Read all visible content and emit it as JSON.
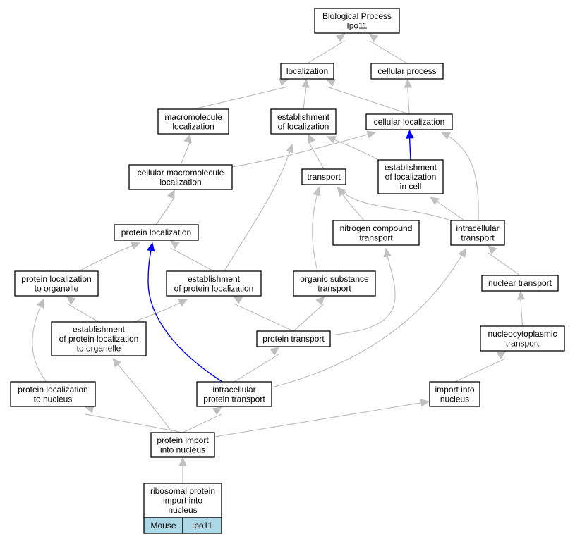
{
  "nodes": {
    "bp_root": {
      "lines": [
        "Biological Process",
        "Ipo11"
      ]
    },
    "localization": {
      "lines": [
        "localization"
      ]
    },
    "cellular_process": {
      "lines": [
        "cellular process"
      ]
    },
    "macromolecule_localization": {
      "lines": [
        "macromolecule",
        "localization"
      ]
    },
    "establishment_of_localization": {
      "lines": [
        "establishment",
        "of localization"
      ]
    },
    "cellular_localization": {
      "lines": [
        "cellular localization"
      ]
    },
    "cellular_macromolecule_localization": {
      "lines": [
        "cellular macromolecule",
        "localization"
      ]
    },
    "transport": {
      "lines": [
        "transport"
      ]
    },
    "establishment_of_localization_in_cell": {
      "lines": [
        "establishment",
        "of localization",
        "in cell"
      ]
    },
    "protein_localization": {
      "lines": [
        "protein localization"
      ]
    },
    "nitrogen_compound_transport": {
      "lines": [
        "nitrogen compound",
        "transport"
      ]
    },
    "intracellular_transport": {
      "lines": [
        "intracellular",
        "transport"
      ]
    },
    "protein_localization_to_organelle": {
      "lines": [
        "protein localization",
        "to organelle"
      ]
    },
    "establishment_of_protein_localization": {
      "lines": [
        "establishment",
        "of protein localization"
      ]
    },
    "organic_substance_transport": {
      "lines": [
        "organic substance",
        "transport"
      ]
    },
    "nuclear_transport": {
      "lines": [
        "nuclear transport"
      ]
    },
    "establishment_of_protein_localization_to_organelle": {
      "lines": [
        "establishment",
        "of protein localization",
        "to organelle"
      ]
    },
    "protein_transport": {
      "lines": [
        "protein transport"
      ]
    },
    "nucleocytoplasmic_transport": {
      "lines": [
        "nucleocytoplasmic",
        "transport"
      ]
    },
    "protein_localization_to_nucleus": {
      "lines": [
        "protein localization",
        "to nucleus"
      ]
    },
    "intracellular_protein_transport": {
      "lines": [
        "intracellular",
        "protein transport"
      ]
    },
    "import_into_nucleus": {
      "lines": [
        "import into",
        "nucleus"
      ]
    },
    "protein_import_into_nucleus": {
      "lines": [
        "protein import",
        "into nucleus"
      ]
    },
    "ribosomal_protein_import_into_nucleus": {
      "lines": [
        "ribosomal protein",
        "import into",
        "nucleus"
      ]
    }
  },
  "legend": {
    "species": "Mouse",
    "gene": "Ipo11",
    "cell_color": "#add8e6"
  },
  "edges": [
    {
      "from": "localization",
      "to": "bp_root"
    },
    {
      "from": "cellular_process",
      "to": "bp_root"
    },
    {
      "from": "macromolecule_localization",
      "to": "localization"
    },
    {
      "from": "establishment_of_localization",
      "to": "localization"
    },
    {
      "from": "cellular_localization",
      "to": "localization"
    },
    {
      "from": "cellular_localization",
      "to": "cellular_process"
    },
    {
      "from": "cellular_macromolecule_localization",
      "to": "macromolecule_localization"
    },
    {
      "from": "cellular_macromolecule_localization",
      "to": "cellular_localization"
    },
    {
      "from": "transport",
      "to": "establishment_of_localization"
    },
    {
      "from": "establishment_of_localization_in_cell",
      "to": "establishment_of_localization"
    },
    {
      "from": "establishment_of_localization_in_cell",
      "to": "cellular_localization",
      "highlight": true
    },
    {
      "from": "intracellular_transport",
      "to": "cellular_localization"
    },
    {
      "from": "intracellular_transport",
      "to": "establishment_of_localization_in_cell"
    },
    {
      "from": "intracellular_transport",
      "to": "transport"
    },
    {
      "from": "nitrogen_compound_transport",
      "to": "transport"
    },
    {
      "from": "organic_substance_transport",
      "to": "transport"
    },
    {
      "from": "protein_localization",
      "to": "cellular_macromolecule_localization"
    },
    {
      "from": "establishment_of_protein_localization",
      "to": "establishment_of_localization"
    },
    {
      "from": "establishment_of_protein_localization",
      "to": "protein_localization"
    },
    {
      "from": "protein_localization_to_organelle",
      "to": "protein_localization"
    },
    {
      "from": "nuclear_transport",
      "to": "intracellular_transport"
    },
    {
      "from": "nucleocytoplasmic_transport",
      "to": "nuclear_transport"
    },
    {
      "from": "establishment_of_protein_localization_to_organelle",
      "to": "protein_localization_to_organelle"
    },
    {
      "from": "establishment_of_protein_localization_to_organelle",
      "to": "establishment_of_protein_localization"
    },
    {
      "from": "protein_transport",
      "to": "establishment_of_protein_localization"
    },
    {
      "from": "protein_transport",
      "to": "organic_substance_transport"
    },
    {
      "from": "protein_transport",
      "to": "nitrogen_compound_transport"
    },
    {
      "from": "protein_localization_to_nucleus",
      "to": "protein_localization_to_organelle"
    },
    {
      "from": "intracellular_protein_transport",
      "to": "protein_transport"
    },
    {
      "from": "intracellular_protein_transport",
      "to": "intracellular_transport"
    },
    {
      "from": "intracellular_protein_transport",
      "to": "protein_localization",
      "highlight": true
    },
    {
      "from": "import_into_nucleus",
      "to": "nucleocytoplasmic_transport"
    },
    {
      "from": "protein_import_into_nucleus",
      "to": "protein_localization_to_nucleus"
    },
    {
      "from": "protein_import_into_nucleus",
      "to": "establishment_of_protein_localization_to_organelle"
    },
    {
      "from": "protein_import_into_nucleus",
      "to": "intracellular_protein_transport"
    },
    {
      "from": "protein_import_into_nucleus",
      "to": "import_into_nucleus"
    },
    {
      "from": "ribosomal_protein_import_into_nucleus",
      "to": "protein_import_into_nucleus"
    }
  ]
}
